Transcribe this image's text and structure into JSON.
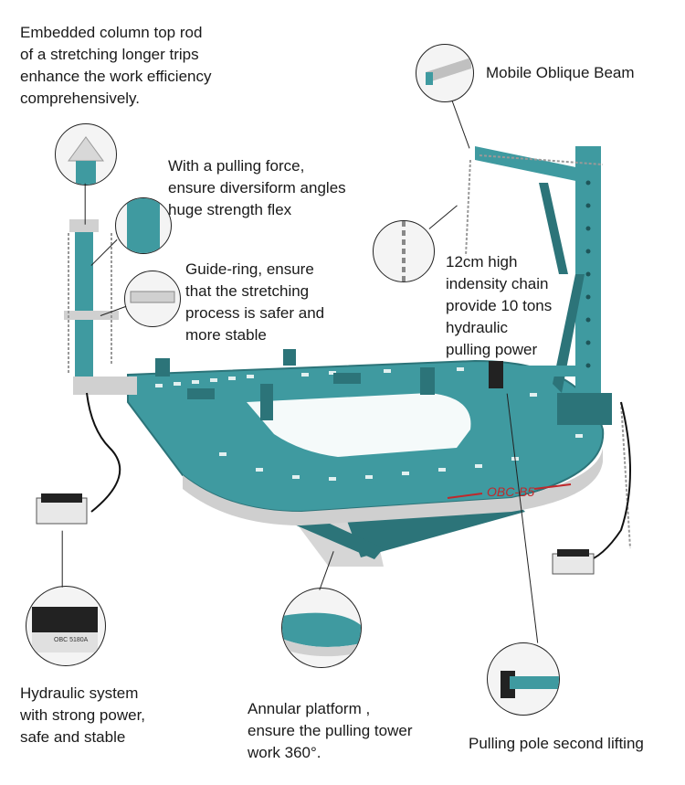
{
  "labels": {
    "column_rod": "Embedded column top rod\nof a stretching longer trips\nenhance the work efficiency\ncomprehensively.",
    "oblique_beam": "Mobile Oblique Beam",
    "pulling_force": "With a pulling force,\nensure diversiform angles\nhuge strength flex",
    "guide_ring": "Guide-ring, ensure\nthat the stretching\nprocess is safer and\nmore stable",
    "chain": "12cm high\nindensity chain\nprovide 10 tons\nhydraulic\npulling power",
    "hydraulic": "Hydraulic system\nwith strong power,\nsafe and stable",
    "annular": "Annular platform ,\nensure the pulling tower\nwork 360°.",
    "pole_lifting": "Pulling pole second lifting"
  },
  "model_tag": "OBC-B5",
  "pump_tag": "OBC 5180A",
  "colors": {
    "teal": "#3f9aa0",
    "teal_dark": "#2c7479",
    "steel": "#c8c8c8",
    "red": "#c0282b"
  }
}
